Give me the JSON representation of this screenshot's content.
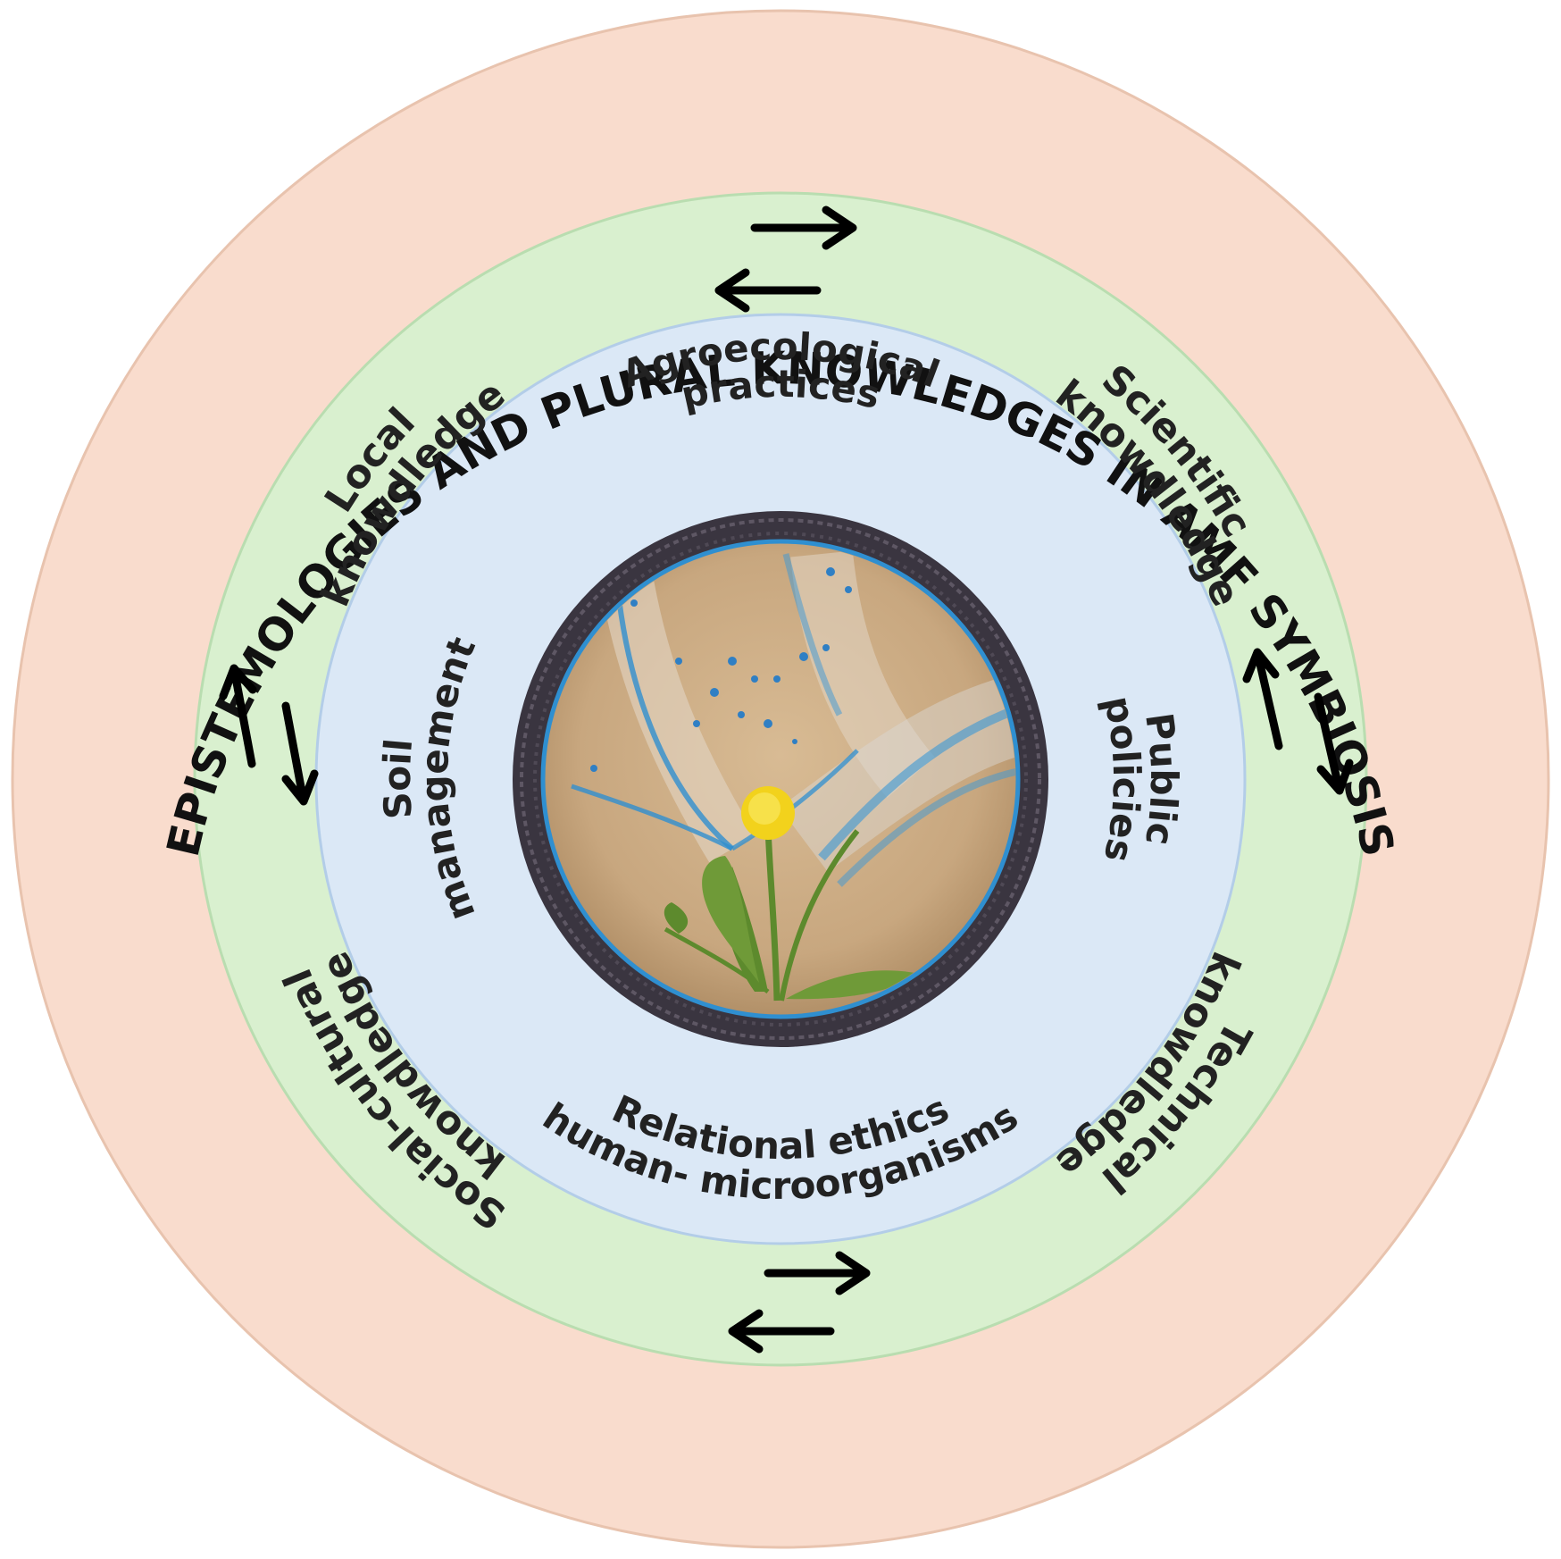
{
  "title": "EPISTEMOLOGIES AND PLURAL KNOWLEDGES IN AMF SYMBIOSIS",
  "knowledges": {
    "local": [
      "Local",
      "knowdledge"
    ],
    "scientific": [
      "Scientific",
      "knowdledge"
    ],
    "technical": [
      "Technical",
      "knowdledge"
    ],
    "social": [
      "Social-cultural",
      "knowdledge"
    ]
  },
  "themes": {
    "agro": [
      "Agroecological",
      "practices"
    ],
    "public": [
      "Public",
      "policies"
    ],
    "ethics": [
      "Relational ethics",
      "human- microorganisms"
    ],
    "soil": [
      "Soil",
      "management"
    ]
  },
  "colors": {
    "outer_ring": "#f9dccd",
    "green_ring": "#d9f0cf",
    "blue_ring": "#dbe8f6",
    "frame": "#3a3540",
    "soil": "#c8a77f",
    "hyphae": "#2f8fd0",
    "flower": "#f2d21c",
    "leaf": "#5d8a2d"
  },
  "icons": [
    "exchange-arrows-icon",
    "dandelion-icon"
  ]
}
